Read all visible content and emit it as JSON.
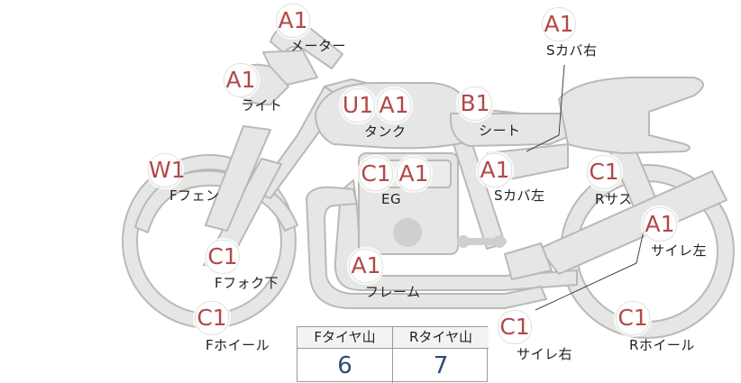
{
  "parts": {
    "meter": {
      "label": "メーター",
      "ratings": [
        "A1"
      ]
    },
    "light": {
      "label": "ライト",
      "ratings": [
        "A1"
      ]
    },
    "tank": {
      "label": "タンク",
      "ratings": [
        "U1",
        "A1"
      ]
    },
    "seat": {
      "label": "シート",
      "ratings": [
        "B1"
      ]
    },
    "s_cover_right": {
      "label": "Sカバ右",
      "ratings": [
        "A1"
      ]
    },
    "s_cover_left": {
      "label": "Sカバ左",
      "ratings": [
        "A1"
      ]
    },
    "f_fender": {
      "label": "Fフェン",
      "ratings": [
        "W1"
      ]
    },
    "engine": {
      "label": "EG",
      "ratings": [
        "C1",
        "A1"
      ]
    },
    "r_suspension": {
      "label": "Rサス",
      "ratings": [
        "C1"
      ]
    },
    "muffler_left": {
      "label": "サイレ左",
      "ratings": [
        "A1"
      ]
    },
    "f_fork_lower": {
      "label": "Fフォク下",
      "ratings": [
        "C1"
      ]
    },
    "frame": {
      "label": "フレーム",
      "ratings": [
        "A1"
      ]
    },
    "f_wheel": {
      "label": "Fホイール",
      "ratings": [
        "C1"
      ]
    },
    "muffler_right": {
      "label": "サイレ右",
      "ratings": [
        "C1"
      ]
    },
    "r_wheel": {
      "label": "Rホイール",
      "ratings": [
        "C1"
      ]
    }
  },
  "tread": {
    "front_label": "Fタイヤ山",
    "front_value": "6",
    "rear_label": "Rタイヤ山",
    "rear_value": "7"
  },
  "colors": {
    "rating_text": "#b34848",
    "bike_fill": "#e6e6e4",
    "bike_stroke": "#b9b9b7",
    "tread_value": "#2f4a78"
  }
}
